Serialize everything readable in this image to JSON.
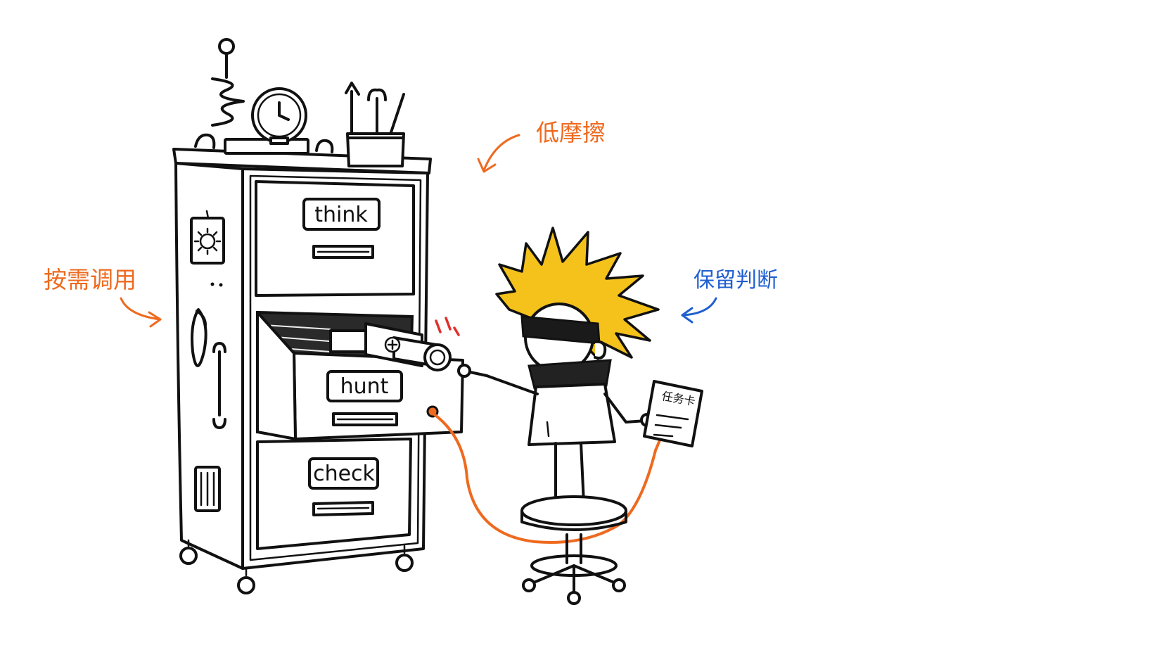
{
  "annotations": {
    "low_friction": "低摩擦",
    "on_demand": "按需调用",
    "keep_judgment": "保留判断"
  },
  "drawers": {
    "top": "think",
    "middle": "hunt",
    "bottom": "check"
  },
  "task_card": {
    "title": "任务卡"
  },
  "colors": {
    "ink": "#111111",
    "accent_orange": "#ee6a1f",
    "accent_blue": "#1f5fd0",
    "hair_yellow": "#f4c21b",
    "alert_red": "#e0302a",
    "background": "#ffffff"
  }
}
